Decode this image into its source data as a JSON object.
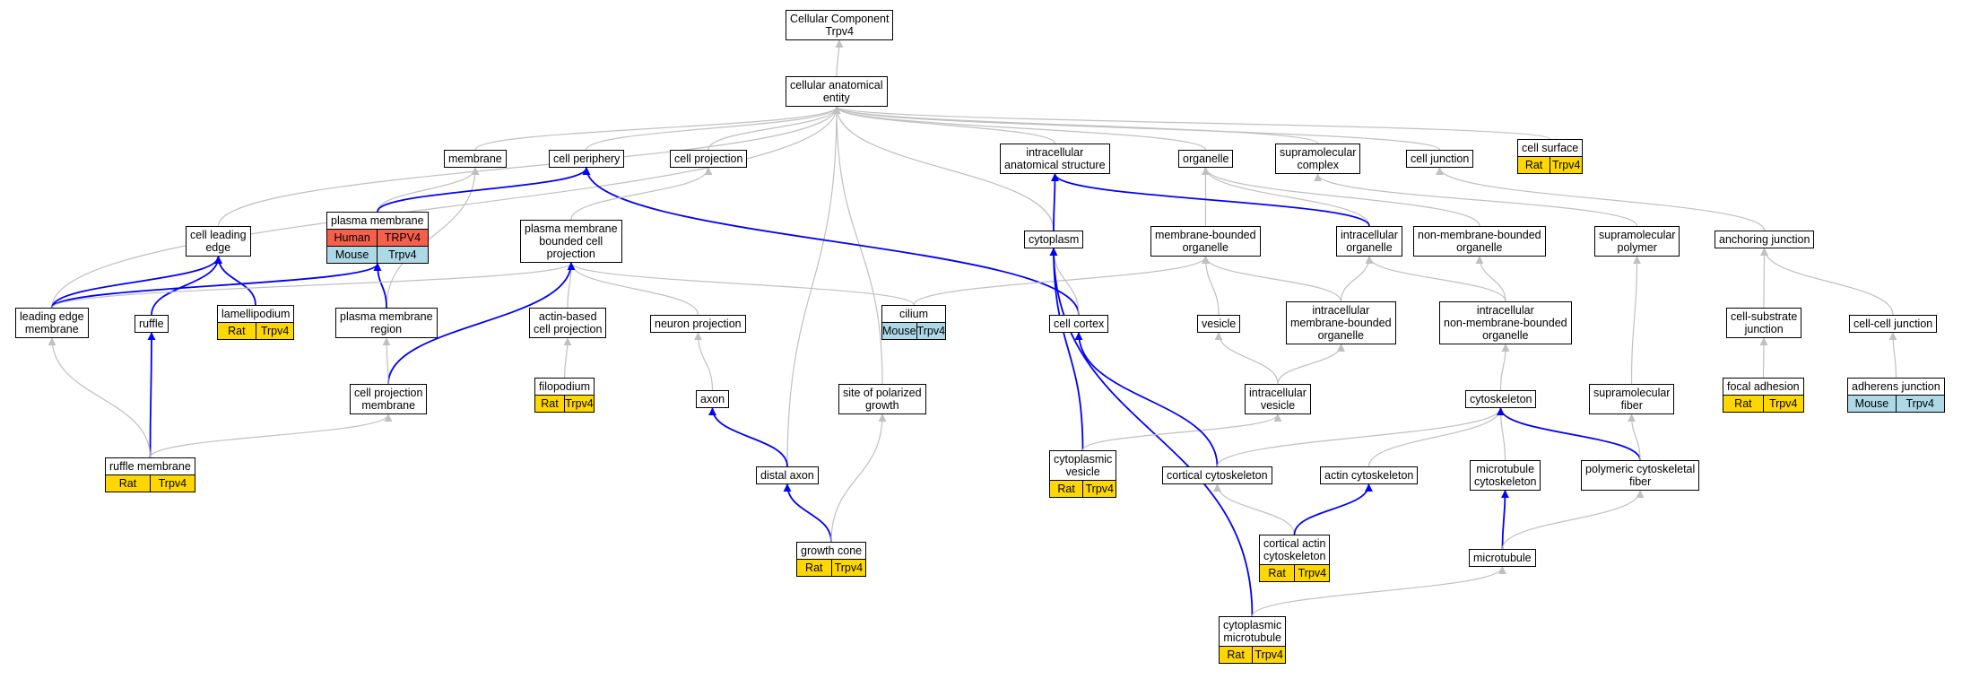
{
  "colors": {
    "isa_edge": "#c0c0c0",
    "partof_edge": "#0000ff",
    "Rat": "#ffd700",
    "Human": "#f4604b",
    "Mouse": "#add8e6"
  },
  "nodes": [
    {
      "id": "root",
      "label": "Cellular Component\nTrpv4",
      "tags": []
    },
    {
      "id": "cae",
      "label": "cellular anatomical\nentity",
      "tags": []
    },
    {
      "id": "membrane",
      "label": "membrane",
      "tags": []
    },
    {
      "id": "periphery",
      "label": "cell periphery",
      "tags": []
    },
    {
      "id": "projection",
      "label": "cell projection",
      "tags": []
    },
    {
      "id": "ias",
      "label": "intracellular\nanatomical structure",
      "tags": []
    },
    {
      "id": "organelle",
      "label": "organelle",
      "tags": []
    },
    {
      "id": "supracomplex",
      "label": "supramolecular\ncomplex",
      "tags": []
    },
    {
      "id": "junction",
      "label": "cell junction",
      "tags": []
    },
    {
      "id": "surface",
      "label": "cell surface",
      "tags": [
        {
          "org": "Rat",
          "gene": "Trpv4"
        }
      ]
    },
    {
      "id": "pm",
      "label": "plasma membrane",
      "tags": [
        {
          "org": "Human",
          "gene": "TRPV4"
        },
        {
          "org": "Mouse",
          "gene": "Trpv4"
        }
      ]
    },
    {
      "id": "leading",
      "label": "cell leading\nedge",
      "tags": []
    },
    {
      "id": "pmbcp",
      "label": "plasma membrane\nbounded cell\nprojection",
      "tags": []
    },
    {
      "id": "cytoplasm",
      "label": "cytoplasm",
      "tags": []
    },
    {
      "id": "mbo",
      "label": "membrane-bounded\norganelle",
      "tags": []
    },
    {
      "id": "io",
      "label": "intracellular\norganelle",
      "tags": []
    },
    {
      "id": "nmbo",
      "label": "non-membrane-bounded\norganelle",
      "tags": []
    },
    {
      "id": "suprapoly",
      "label": "supramolecular\npolymer",
      "tags": []
    },
    {
      "id": "anchoring",
      "label": "anchoring junction",
      "tags": []
    },
    {
      "id": "lem",
      "label": "leading edge\nmembrane",
      "tags": []
    },
    {
      "id": "ruffle",
      "label": "ruffle",
      "tags": []
    },
    {
      "id": "lamelli",
      "label": "lamellipodium",
      "tags": [
        {
          "org": "Rat",
          "gene": "Trpv4"
        }
      ]
    },
    {
      "id": "pmregion",
      "label": "plasma membrane\nregion",
      "tags": []
    },
    {
      "id": "actinproj",
      "label": "actin-based\ncell projection",
      "tags": []
    },
    {
      "id": "neuronproj",
      "label": "neuron projection",
      "tags": []
    },
    {
      "id": "cilium",
      "label": "cilium",
      "tags": [
        {
          "org": "Mouse",
          "gene": "Trpv4"
        }
      ]
    },
    {
      "id": "cortex",
      "label": "cell cortex",
      "tags": []
    },
    {
      "id": "vesicle",
      "label": "vesicle",
      "tags": []
    },
    {
      "id": "imbo",
      "label": "intracellular\nmembrane-bounded\norganelle",
      "tags": []
    },
    {
      "id": "inmbo",
      "label": "intracellular\nnon-membrane-bounded\norganelle",
      "tags": []
    },
    {
      "id": "csj",
      "label": "cell-substrate\njunction",
      "tags": []
    },
    {
      "id": "ccj",
      "label": "cell-cell junction",
      "tags": []
    },
    {
      "id": "filopodium",
      "label": "filopodium",
      "tags": [
        {
          "org": "Rat",
          "gene": "Trpv4"
        }
      ]
    },
    {
      "id": "focal",
      "label": "focal adhesion",
      "tags": [
        {
          "org": "Rat",
          "gene": "Trpv4"
        }
      ]
    },
    {
      "id": "adherens",
      "label": "adherens junction",
      "tags": [
        {
          "org": "Mouse",
          "gene": "Trpv4"
        }
      ]
    },
    {
      "id": "cpm",
      "label": "cell projection\nmembrane",
      "tags": []
    },
    {
      "id": "axon",
      "label": "axon",
      "tags": []
    },
    {
      "id": "polarized",
      "label": "site of polarized\ngrowth",
      "tags": []
    },
    {
      "id": "ivesicle",
      "label": "intracellular\nvesicle",
      "tags": []
    },
    {
      "id": "cytoskeleton",
      "label": "cytoskeleton",
      "tags": []
    },
    {
      "id": "suprafiber",
      "label": "supramolecular\nfiber",
      "tags": []
    },
    {
      "id": "rufflemem",
      "label": "ruffle membrane",
      "tags": [
        {
          "org": "Rat",
          "gene": "Trpv4"
        }
      ]
    },
    {
      "id": "distal",
      "label": "distal axon",
      "tags": []
    },
    {
      "id": "cytovesicle",
      "label": "cytoplasmic\nvesicle",
      "tags": [
        {
          "org": "Rat",
          "gene": "Trpv4"
        }
      ]
    },
    {
      "id": "corticalcs",
      "label": "cortical cytoskeleton",
      "tags": []
    },
    {
      "id": "actincs",
      "label": "actin cytoskeleton",
      "tags": []
    },
    {
      "id": "mtcs",
      "label": "microtubule\ncytoskeleton",
      "tags": []
    },
    {
      "id": "polyfiber",
      "label": "polymeric cytoskeletal\nfiber",
      "tags": []
    },
    {
      "id": "growthcone",
      "label": "growth cone",
      "tags": [
        {
          "org": "Rat",
          "gene": "Trpv4"
        }
      ]
    },
    {
      "id": "cortactin",
      "label": "cortical actin\ncytoskeleton",
      "tags": [
        {
          "org": "Rat",
          "gene": "Trpv4"
        }
      ]
    },
    {
      "id": "microtubule",
      "label": "microtubule",
      "tags": []
    },
    {
      "id": "cytomt",
      "label": "cytoplasmic\nmicrotubule",
      "tags": [
        {
          "org": "Rat",
          "gene": "Trpv4"
        }
      ]
    }
  ],
  "edges": [
    {
      "from": "cae",
      "to": "root",
      "type": "is_a"
    },
    {
      "from": "membrane",
      "to": "cae",
      "type": "is_a"
    },
    {
      "from": "periphery",
      "to": "cae",
      "type": "is_a"
    },
    {
      "from": "projection",
      "to": "cae",
      "type": "is_a"
    },
    {
      "from": "ias",
      "to": "cae",
      "type": "is_a"
    },
    {
      "from": "organelle",
      "to": "cae",
      "type": "is_a"
    },
    {
      "from": "supracomplex",
      "to": "cae",
      "type": "is_a"
    },
    {
      "from": "junction",
      "to": "cae",
      "type": "is_a"
    },
    {
      "from": "surface",
      "to": "cae",
      "type": "is_a"
    },
    {
      "from": "leading",
      "to": "cae",
      "type": "is_a"
    },
    {
      "from": "lem",
      "to": "cae",
      "type": "is_a"
    },
    {
      "from": "cytoplasm",
      "to": "cae",
      "type": "is_a"
    },
    {
      "from": "distal",
      "to": "cae",
      "type": "is_a"
    },
    {
      "from": "polarized",
      "to": "cae",
      "type": "is_a"
    },
    {
      "from": "pm",
      "to": "membrane",
      "type": "is_a"
    },
    {
      "from": "pmregion",
      "to": "membrane",
      "type": "is_a"
    },
    {
      "from": "pm",
      "to": "periphery",
      "type": "part_of"
    },
    {
      "from": "cortex",
      "to": "periphery",
      "type": "part_of"
    },
    {
      "from": "pmbcp",
      "to": "projection",
      "type": "is_a"
    },
    {
      "from": "cytoplasm",
      "to": "ias",
      "type": "part_of"
    },
    {
      "from": "mbo",
      "to": "organelle",
      "type": "is_a"
    },
    {
      "from": "io",
      "to": "organelle",
      "type": "is_a"
    },
    {
      "from": "io",
      "to": "ias",
      "type": "part_of"
    },
    {
      "from": "nmbo",
      "to": "organelle",
      "type": "is_a"
    },
    {
      "from": "suprapoly",
      "to": "supracomplex",
      "type": "is_a"
    },
    {
      "from": "anchoring",
      "to": "junction",
      "type": "is_a"
    },
    {
      "from": "lem",
      "to": "leading",
      "type": "part_of"
    },
    {
      "from": "ruffle",
      "to": "leading",
      "type": "part_of"
    },
    {
      "from": "lamelli",
      "to": "leading",
      "type": "part_of"
    },
    {
      "from": "lem",
      "to": "pm",
      "type": "part_of"
    },
    {
      "from": "pmregion",
      "to": "pm",
      "type": "part_of"
    },
    {
      "from": "lem",
      "to": "pmbcp",
      "type": "is_a"
    },
    {
      "from": "actinproj",
      "to": "pmbcp",
      "type": "is_a"
    },
    {
      "from": "neuronproj",
      "to": "pmbcp",
      "type": "is_a"
    },
    {
      "from": "cilium",
      "to": "pmbcp",
      "type": "is_a"
    },
    {
      "from": "cpm",
      "to": "pmbcp",
      "type": "part_of"
    },
    {
      "from": "cilium",
      "to": "mbo",
      "type": "is_a"
    },
    {
      "from": "cortex",
      "to": "cytoplasm",
      "type": "is_a"
    },
    {
      "from": "cytovesicle",
      "to": "cytoplasm",
      "type": "part_of"
    },
    {
      "from": "cytomt",
      "to": "cytoplasm",
      "type": "part_of"
    },
    {
      "from": "vesicle",
      "to": "mbo",
      "type": "is_a"
    },
    {
      "from": "imbo",
      "to": "mbo",
      "type": "is_a"
    },
    {
      "from": "imbo",
      "to": "io",
      "type": "is_a"
    },
    {
      "from": "inmbo",
      "to": "io",
      "type": "is_a"
    },
    {
      "from": "inmbo",
      "to": "nmbo",
      "type": "is_a"
    },
    {
      "from": "suprafiber",
      "to": "suprapoly",
      "type": "is_a"
    },
    {
      "from": "csj",
      "to": "anchoring",
      "type": "is_a"
    },
    {
      "from": "ccj",
      "to": "anchoring",
      "type": "is_a"
    },
    {
      "from": "rufflemem",
      "to": "ruffle",
      "type": "part_of"
    },
    {
      "from": "rufflemem",
      "to": "lem",
      "type": "is_a"
    },
    {
      "from": "rufflemem",
      "to": "cpm",
      "type": "is_a"
    },
    {
      "from": "cpm",
      "to": "pmregion",
      "type": "is_a"
    },
    {
      "from": "filopodium",
      "to": "actinproj",
      "type": "is_a"
    },
    {
      "from": "axon",
      "to": "neuronproj",
      "type": "is_a"
    },
    {
      "from": "focal",
      "to": "csj",
      "type": "is_a"
    },
    {
      "from": "adherens",
      "to": "ccj",
      "type": "is_a"
    },
    {
      "from": "ivesicle",
      "to": "vesicle",
      "type": "is_a"
    },
    {
      "from": "ivesicle",
      "to": "imbo",
      "type": "is_a"
    },
    {
      "from": "cytoskeleton",
      "to": "inmbo",
      "type": "is_a"
    },
    {
      "from": "distal",
      "to": "axon",
      "type": "part_of"
    },
    {
      "from": "growthcone",
      "to": "distal",
      "type": "part_of"
    },
    {
      "from": "growthcone",
      "to": "polarized",
      "type": "is_a"
    },
    {
      "from": "cytovesicle",
      "to": "ivesicle",
      "type": "is_a"
    },
    {
      "from": "corticalcs",
      "to": "cortex",
      "type": "part_of"
    },
    {
      "from": "corticalcs",
      "to": "cytoskeleton",
      "type": "is_a"
    },
    {
      "from": "actincs",
      "to": "cytoskeleton",
      "type": "is_a"
    },
    {
      "from": "mtcs",
      "to": "cytoskeleton",
      "type": "is_a"
    },
    {
      "from": "polyfiber",
      "to": "cytoskeleton",
      "type": "part_of"
    },
    {
      "from": "polyfiber",
      "to": "suprafiber",
      "type": "is_a"
    },
    {
      "from": "cortactin",
      "to": "corticalcs",
      "type": "is_a"
    },
    {
      "from": "cortactin",
      "to": "actincs",
      "type": "part_of"
    },
    {
      "from": "microtubule",
      "to": "mtcs",
      "type": "part_of"
    },
    {
      "from": "microtubule",
      "to": "polyfiber",
      "type": "is_a"
    },
    {
      "from": "cytomt",
      "to": "microtubule",
      "type": "is_a"
    }
  ]
}
